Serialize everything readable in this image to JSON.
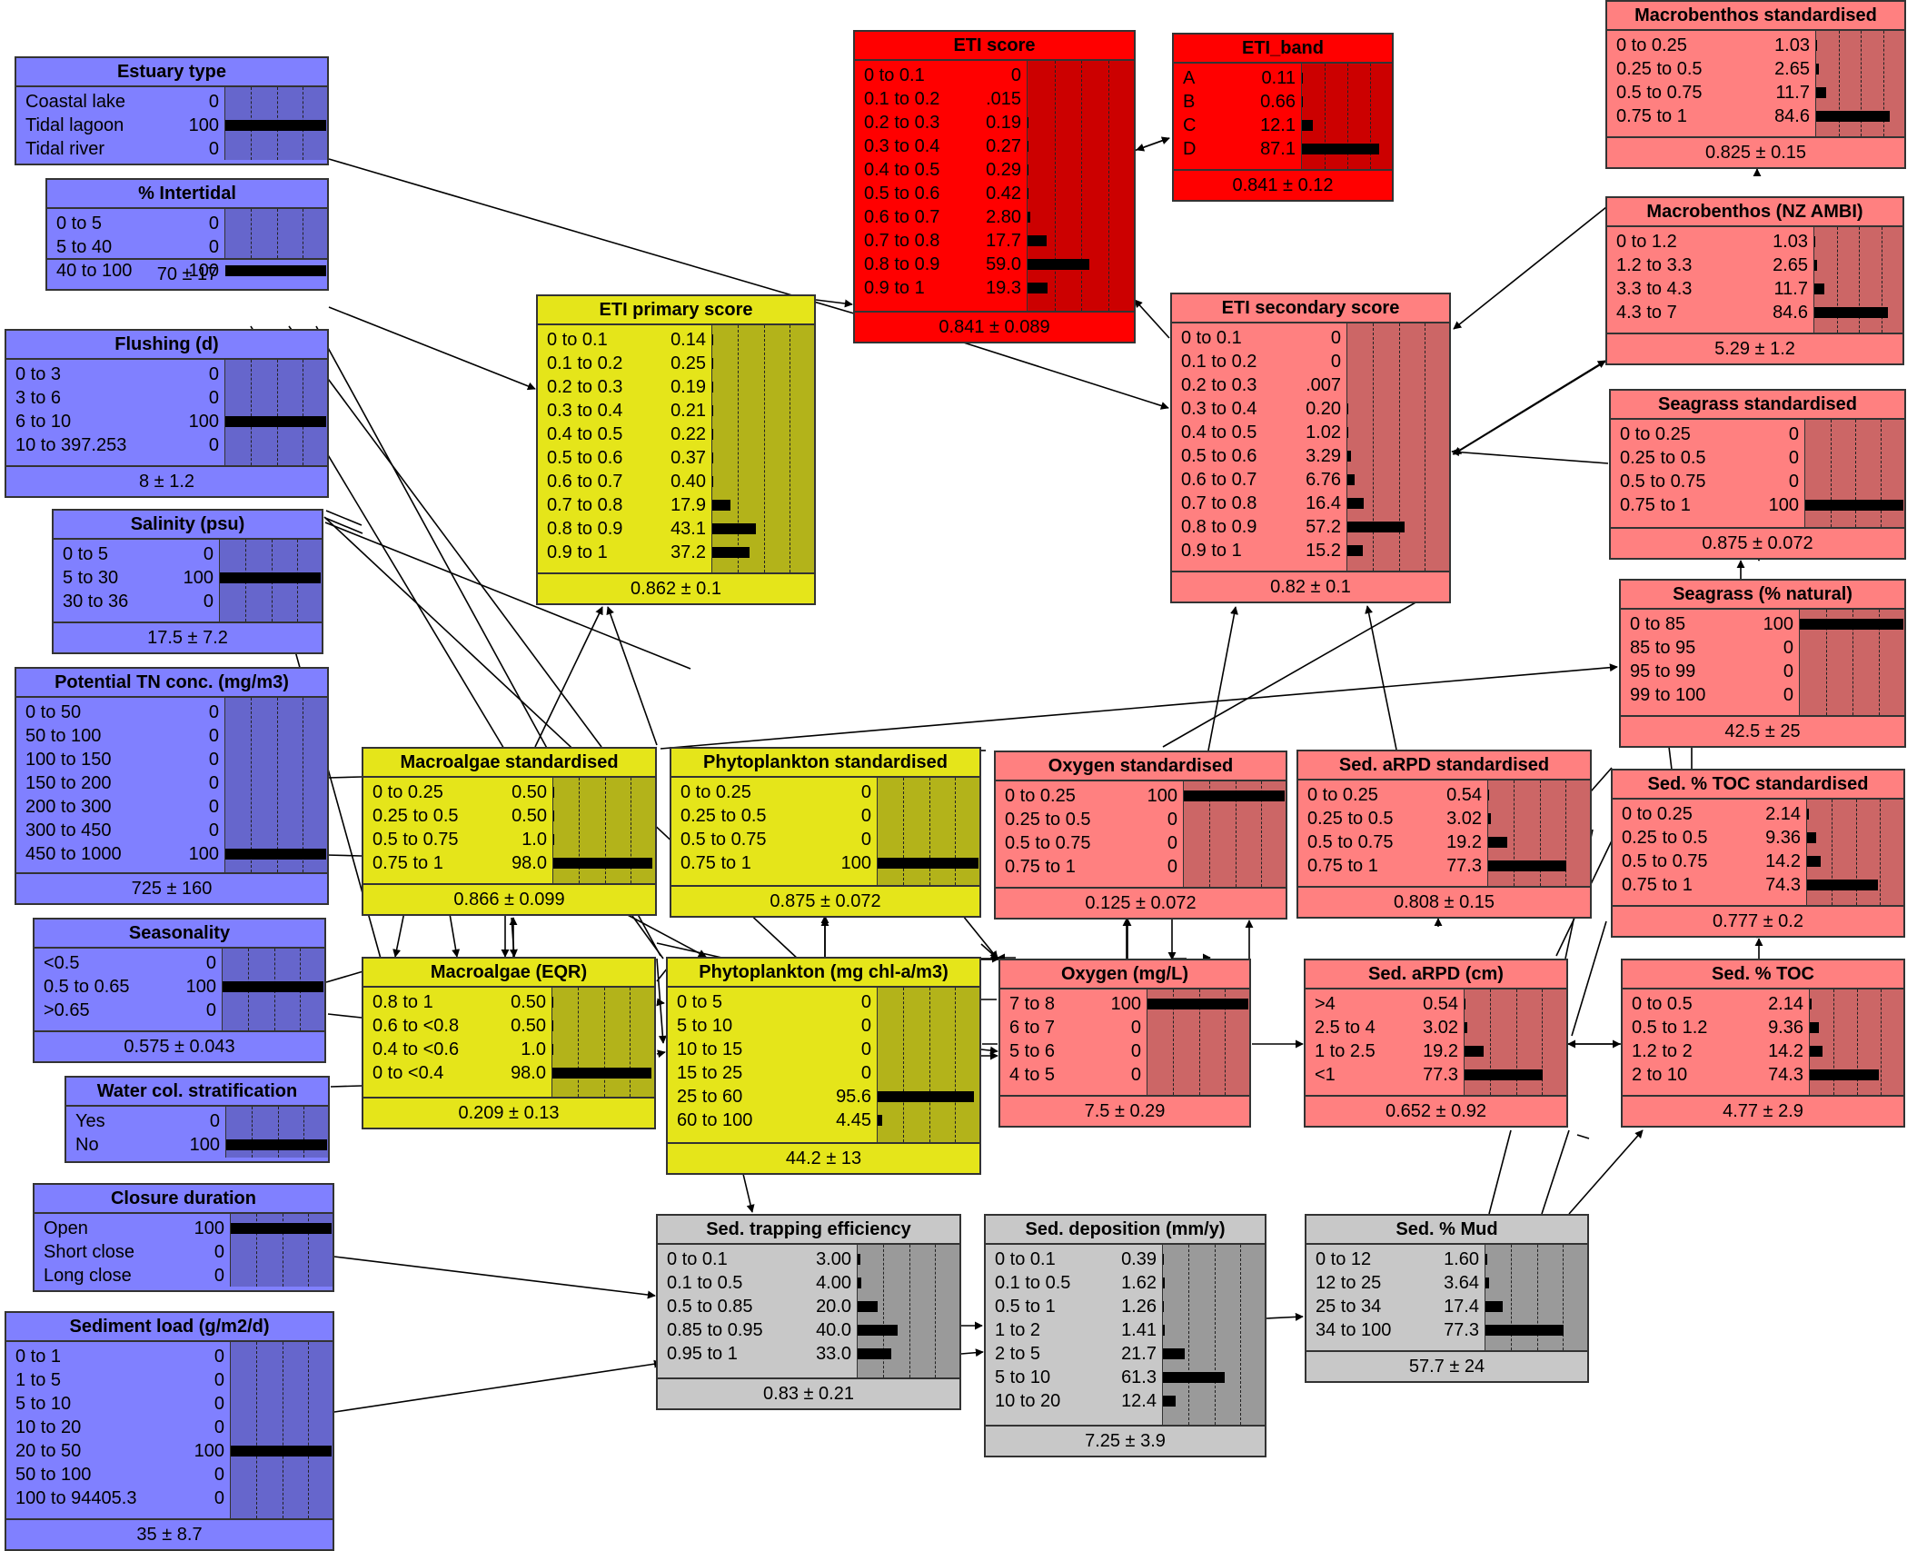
{
  "colors": {
    "blue": "#8080ff",
    "yellow": "#e5e51a",
    "pink": "#ff8080",
    "red": "#ff0000",
    "grey": "#c8c8c8",
    "bar": "#000000"
  },
  "nodes": [
    {
      "id": "estuary_type",
      "title": "Estuary type",
      "color": "blue",
      "states": [
        [
          "Coastal lake",
          "0"
        ],
        [
          "Tidal lagoon",
          "100"
        ],
        [
          "Tidal river",
          "0"
        ]
      ],
      "footer": "",
      "probs": [
        0,
        100,
        0
      ]
    },
    {
      "id": "pct_intertidal",
      "title": "% Intertidal",
      "color": "blue",
      "states": [
        [
          "0 to 5",
          "0"
        ],
        [
          "5 to 40",
          "0"
        ],
        [
          "40 to 100",
          "100"
        ]
      ],
      "footer": "70 ± 17",
      "probs": [
        0,
        0,
        100
      ]
    },
    {
      "id": "flushing",
      "title": "Flushing (d)",
      "color": "blue",
      "states": [
        [
          "0 to 3",
          "0"
        ],
        [
          "3 to 6",
          "0"
        ],
        [
          "6 to 10",
          "100"
        ],
        [
          "10 to 397.253",
          "0"
        ]
      ],
      "footer": "8 ± 1.2",
      "probs": [
        0,
        0,
        100,
        0
      ]
    },
    {
      "id": "salinity",
      "title": "Salinity (psu)",
      "color": "blue",
      "states": [
        [
          "0 to 5",
          "0"
        ],
        [
          "5 to 30",
          "100"
        ],
        [
          "30 to 36",
          "0"
        ]
      ],
      "footer": "17.5 ± 7.2",
      "probs": [
        0,
        100,
        0
      ]
    },
    {
      "id": "potential_tn",
      "title": "Potential TN conc. (mg/m3)",
      "color": "blue",
      "states": [
        [
          "0 to 50",
          "0"
        ],
        [
          "50 to 100",
          "0"
        ],
        [
          "100 to 150",
          "0"
        ],
        [
          "150 to 200",
          "0"
        ],
        [
          "200 to 300",
          "0"
        ],
        [
          "300 to 450",
          "0"
        ],
        [
          "450 to 1000",
          "100"
        ]
      ],
      "footer": "725 ± 160",
      "probs": [
        0,
        0,
        0,
        0,
        0,
        0,
        100
      ]
    },
    {
      "id": "seasonality",
      "title": "Seasonality",
      "color": "blue",
      "states": [
        [
          "<0.5",
          "0"
        ],
        [
          "0.5 to 0.65",
          "100"
        ],
        [
          ">0.65",
          "0"
        ]
      ],
      "footer": "0.575 ± 0.043",
      "probs": [
        0,
        100,
        0
      ]
    },
    {
      "id": "stratification",
      "title": "Water col. stratification",
      "color": "blue",
      "states": [
        [
          "Yes",
          "0"
        ],
        [
          "No",
          "100"
        ]
      ],
      "footer": "",
      "probs": [
        0,
        100
      ]
    },
    {
      "id": "closure",
      "title": "Closure duration",
      "color": "blue",
      "states": [
        [
          "Open",
          "100"
        ],
        [
          "Short close",
          "0"
        ],
        [
          "Long close",
          "0"
        ]
      ],
      "footer": "",
      "probs": [
        100,
        0,
        0
      ]
    },
    {
      "id": "sediment_load",
      "title": "Sediment load (g/m2/d)",
      "color": "blue",
      "states": [
        [
          "0 to 1",
          "0"
        ],
        [
          "1 to 5",
          "0"
        ],
        [
          "5 to 10",
          "0"
        ],
        [
          "10 to 20",
          "0"
        ],
        [
          "20 to 50",
          "100"
        ],
        [
          "50 to 100",
          "0"
        ],
        [
          "100 to 94405.3",
          "0"
        ]
      ],
      "footer": "35 ± 8.7",
      "probs": [
        0,
        0,
        0,
        0,
        100,
        0,
        0
      ]
    },
    {
      "id": "eti_primary",
      "title": "ETI primary score",
      "color": "yellow",
      "states": [
        [
          "0 to 0.1",
          "0.14"
        ],
        [
          "0.1 to 0.2",
          "0.25"
        ],
        [
          "0.2 to 0.3",
          "0.19"
        ],
        [
          "0.3 to 0.4",
          "0.21"
        ],
        [
          "0.4 to 0.5",
          "0.22"
        ],
        [
          "0.5 to 0.6",
          "0.37"
        ],
        [
          "0.6 to 0.7",
          "0.40"
        ],
        [
          "0.7 to 0.8",
          "17.9"
        ],
        [
          "0.8 to 0.9",
          "43.1"
        ],
        [
          "0.9 to 1",
          "37.2"
        ]
      ],
      "footer": "0.862 ± 0.1",
      "probs": [
        0.14,
        0.25,
        0.19,
        0.21,
        0.22,
        0.37,
        0.4,
        17.9,
        43.1,
        37.2
      ]
    },
    {
      "id": "macroalgae_std",
      "title": "Macroalgae standardised",
      "color": "yellow",
      "states": [
        [
          "0 to 0.25",
          "0.50"
        ],
        [
          "0.25 to 0.5",
          "0.50"
        ],
        [
          "0.5 to 0.75",
          "1.0"
        ],
        [
          "0.75 to 1",
          "98.0"
        ]
      ],
      "footer": "0.866 ± 0.099",
      "probs": [
        0.5,
        0.5,
        1.0,
        98.0
      ]
    },
    {
      "id": "phyto_std",
      "title": "Phytoplankton standardised",
      "color": "yellow",
      "states": [
        [
          "0 to 0.25",
          "0"
        ],
        [
          "0.25 to 0.5",
          "0"
        ],
        [
          "0.5 to 0.75",
          "0"
        ],
        [
          "0.75 to 1",
          "100"
        ]
      ],
      "footer": "0.875 ± 0.072",
      "probs": [
        0,
        0,
        0,
        100
      ]
    },
    {
      "id": "macroalgae_eqr",
      "title": "Macroalgae (EQR)",
      "color": "yellow",
      "states": [
        [
          "0.8 to 1",
          "0.50"
        ],
        [
          "0.6 to <0.8",
          "0.50"
        ],
        [
          "0.4 to <0.6",
          "1.0"
        ],
        [
          "0 to <0.4",
          "98.0"
        ]
      ],
      "footer": "0.209 ± 0.13",
      "probs": [
        0.5,
        0.5,
        1.0,
        98.0
      ]
    },
    {
      "id": "phyto_chl",
      "title": "Phytoplankton (mg chl-a/m3)",
      "color": "yellow",
      "states": [
        [
          "0 to 5",
          "0"
        ],
        [
          "5 to 10",
          "0"
        ],
        [
          "10 to 15",
          "0"
        ],
        [
          "15 to 25",
          "0"
        ],
        [
          "25 to 60",
          "95.6"
        ],
        [
          "60 to 100",
          "4.45"
        ]
      ],
      "footer": "44.2 ± 13",
      "probs": [
        0,
        0,
        0,
        0,
        95.6,
        4.45
      ]
    },
    {
      "id": "eti_score",
      "title": "ETI score",
      "color": "red",
      "states": [
        [
          "0 to 0.1",
          "0"
        ],
        [
          "0.1 to 0.2",
          ".015"
        ],
        [
          "0.2 to 0.3",
          "0.19"
        ],
        [
          "0.3 to 0.4",
          "0.27"
        ],
        [
          "0.4 to 0.5",
          "0.29"
        ],
        [
          "0.5 to 0.6",
          "0.42"
        ],
        [
          "0.6 to 0.7",
          "2.80"
        ],
        [
          "0.7 to 0.8",
          "17.7"
        ],
        [
          "0.8 to 0.9",
          "59.0"
        ],
        [
          "0.9 to 1",
          "19.3"
        ]
      ],
      "footer": "0.841 ± 0.089",
      "probs": [
        0,
        0.015,
        0.19,
        0.27,
        0.29,
        0.42,
        2.8,
        17.7,
        59.0,
        19.3
      ]
    },
    {
      "id": "eti_band",
      "title": "ETI_band",
      "color": "red",
      "states": [
        [
          "A",
          "0.11"
        ],
        [
          "B",
          "0.66"
        ],
        [
          "C",
          "12.1"
        ],
        [
          "D",
          "87.1"
        ]
      ],
      "footer": "0.841 ± 0.12",
      "probs": [
        0.11,
        0.66,
        12.1,
        87.1
      ]
    },
    {
      "id": "eti_secondary",
      "title": "ETI secondary score",
      "color": "pink",
      "states": [
        [
          "0 to 0.1",
          "0"
        ],
        [
          "0.1 to 0.2",
          "0"
        ],
        [
          "0.2 to 0.3",
          ".007"
        ],
        [
          "0.3 to 0.4",
          "0.20"
        ],
        [
          "0.4 to 0.5",
          "1.02"
        ],
        [
          "0.5 to 0.6",
          "3.29"
        ],
        [
          "0.6 to 0.7",
          "6.76"
        ],
        [
          "0.7 to 0.8",
          "16.4"
        ],
        [
          "0.8 to 0.9",
          "57.2"
        ],
        [
          "0.9 to 1",
          "15.2"
        ]
      ],
      "footer": "0.82 ± 0.1",
      "probs": [
        0,
        0,
        0.007,
        0.2,
        1.02,
        3.29,
        6.76,
        16.4,
        57.2,
        15.2
      ]
    },
    {
      "id": "macrobenthos_std",
      "title": "Macrobenthos standardised",
      "color": "pink",
      "states": [
        [
          "0 to 0.25",
          "1.03"
        ],
        [
          "0.25 to 0.5",
          "2.65"
        ],
        [
          "0.5 to 0.75",
          "11.7"
        ],
        [
          "0.75 to 1",
          "84.6"
        ]
      ],
      "footer": "0.825 ± 0.15",
      "probs": [
        1.03,
        2.65,
        11.7,
        84.6
      ]
    },
    {
      "id": "macrobenthos_ambi",
      "title": "Macrobenthos (NZ AMBI)",
      "color": "pink",
      "states": [
        [
          "0 to 1.2",
          "1.03"
        ],
        [
          "1.2 to 3.3",
          "2.65"
        ],
        [
          "3.3 to 4.3",
          "11.7"
        ],
        [
          "4.3 to 7",
          "84.6"
        ]
      ],
      "footer": "5.29 ± 1.2",
      "probs": [
        1.03,
        2.65,
        11.7,
        84.6
      ]
    },
    {
      "id": "seagrass_std",
      "title": "Seagrass standardised",
      "color": "pink",
      "states": [
        [
          "0 to 0.25",
          "0"
        ],
        [
          "0.25 to 0.5",
          "0"
        ],
        [
          "0.5 to 0.75",
          "0"
        ],
        [
          "0.75 to 1",
          "100"
        ]
      ],
      "footer": "0.875 ± 0.072",
      "probs": [
        0,
        0,
        0,
        100
      ]
    },
    {
      "id": "seagrass_nat",
      "title": "Seagrass (% natural)",
      "color": "pink",
      "states": [
        [
          "0 to 85",
          "100"
        ],
        [
          "85 to 95",
          "0"
        ],
        [
          "95 to 99",
          "0"
        ],
        [
          "99 to 100",
          "0"
        ]
      ],
      "footer": "42.5 ± 25",
      "probs": [
        100,
        0,
        0,
        0
      ]
    },
    {
      "id": "oxygen_std",
      "title": "Oxygen standardised",
      "color": "pink",
      "states": [
        [
          "0 to 0.25",
          "100"
        ],
        [
          "0.25 to 0.5",
          "0"
        ],
        [
          "0.5 to 0.75",
          "0"
        ],
        [
          "0.75 to 1",
          "0"
        ]
      ],
      "footer": "0.125 ± 0.072",
      "probs": [
        100,
        0,
        0,
        0
      ]
    },
    {
      "id": "sed_arpd_std",
      "title": "Sed. aRPD standardised",
      "color": "pink",
      "states": [
        [
          "0 to 0.25",
          "0.54"
        ],
        [
          "0.25 to 0.5",
          "3.02"
        ],
        [
          "0.5 to 0.75",
          "19.2"
        ],
        [
          "0.75 to 1",
          "77.3"
        ]
      ],
      "footer": "0.808 ± 0.15",
      "probs": [
        0.54,
        3.02,
        19.2,
        77.3
      ]
    },
    {
      "id": "sed_toc_std",
      "title": "Sed. % TOC standardised",
      "color": "pink",
      "states": [
        [
          "0 to 0.25",
          "2.14"
        ],
        [
          "0.25 to 0.5",
          "9.36"
        ],
        [
          "0.5 to 0.75",
          "14.2"
        ],
        [
          "0.75 to 1",
          "74.3"
        ]
      ],
      "footer": "0.777 ± 0.2",
      "probs": [
        2.14,
        9.36,
        14.2,
        74.3
      ]
    },
    {
      "id": "oxygen",
      "title": "Oxygen (mg/L)",
      "color": "pink",
      "states": [
        [
          "7 to 8",
          "100"
        ],
        [
          "6 to 7",
          "0"
        ],
        [
          "5 to 6",
          "0"
        ],
        [
          "4 to 5",
          "0"
        ]
      ],
      "footer": "7.5 ± 0.29",
      "probs": [
        100,
        0,
        0,
        0
      ]
    },
    {
      "id": "sed_arpd",
      "title": "Sed. aRPD (cm)",
      "color": "pink",
      "states": [
        [
          ">4",
          "0.54"
        ],
        [
          "2.5 to 4",
          "3.02"
        ],
        [
          "1 to 2.5",
          "19.2"
        ],
        [
          "<1",
          "77.3"
        ]
      ],
      "footer": "0.652 ± 0.92",
      "probs": [
        0.54,
        3.02,
        19.2,
        77.3
      ]
    },
    {
      "id": "sed_toc",
      "title": "Sed. % TOC",
      "color": "pink",
      "states": [
        [
          "0 to 0.5",
          "2.14"
        ],
        [
          "0.5 to 1.2",
          "9.36"
        ],
        [
          "1.2 to 2",
          "14.2"
        ],
        [
          "2 to 10",
          "74.3"
        ]
      ],
      "footer": "4.77 ± 2.9",
      "probs": [
        2.14,
        9.36,
        14.2,
        74.3
      ]
    },
    {
      "id": "sed_trapping",
      "title": "Sed. trapping efficiency",
      "color": "grey",
      "states": [
        [
          "0 to 0.1",
          "3.00"
        ],
        [
          "0.1 to 0.5",
          "4.00"
        ],
        [
          "0.5 to 0.85",
          "20.0"
        ],
        [
          "0.85 to 0.95",
          "40.0"
        ],
        [
          "0.95 to 1",
          "33.0"
        ]
      ],
      "footer": "0.83 ± 0.21",
      "probs": [
        3.0,
        4.0,
        20.0,
        40.0,
        33.0
      ]
    },
    {
      "id": "sed_deposition",
      "title": "Sed. deposition (mm/y)",
      "color": "grey",
      "states": [
        [
          "0 to 0.1",
          "0.39"
        ],
        [
          "0.1 to 0.5",
          "1.62"
        ],
        [
          "0.5 to 1",
          "1.26"
        ],
        [
          "1 to 2",
          "1.41"
        ],
        [
          "2 to 5",
          "21.7"
        ],
        [
          "5 to 10",
          "61.3"
        ],
        [
          "10 to 20",
          "12.4"
        ]
      ],
      "footer": "7.25 ± 3.9",
      "probs": [
        0.39,
        1.62,
        1.26,
        1.41,
        21.7,
        61.3,
        12.4
      ]
    },
    {
      "id": "sed_mud",
      "title": "Sed. % Mud",
      "color": "grey",
      "states": [
        [
          "0 to 12",
          "1.60"
        ],
        [
          "12 to 25",
          "3.64"
        ],
        [
          "25 to 34",
          "17.4"
        ],
        [
          "34 to 100",
          "77.3"
        ]
      ],
      "footer": "57.7 ± 24",
      "probs": [
        1.6,
        3.64,
        17.4,
        77.3
      ]
    }
  ]
}
